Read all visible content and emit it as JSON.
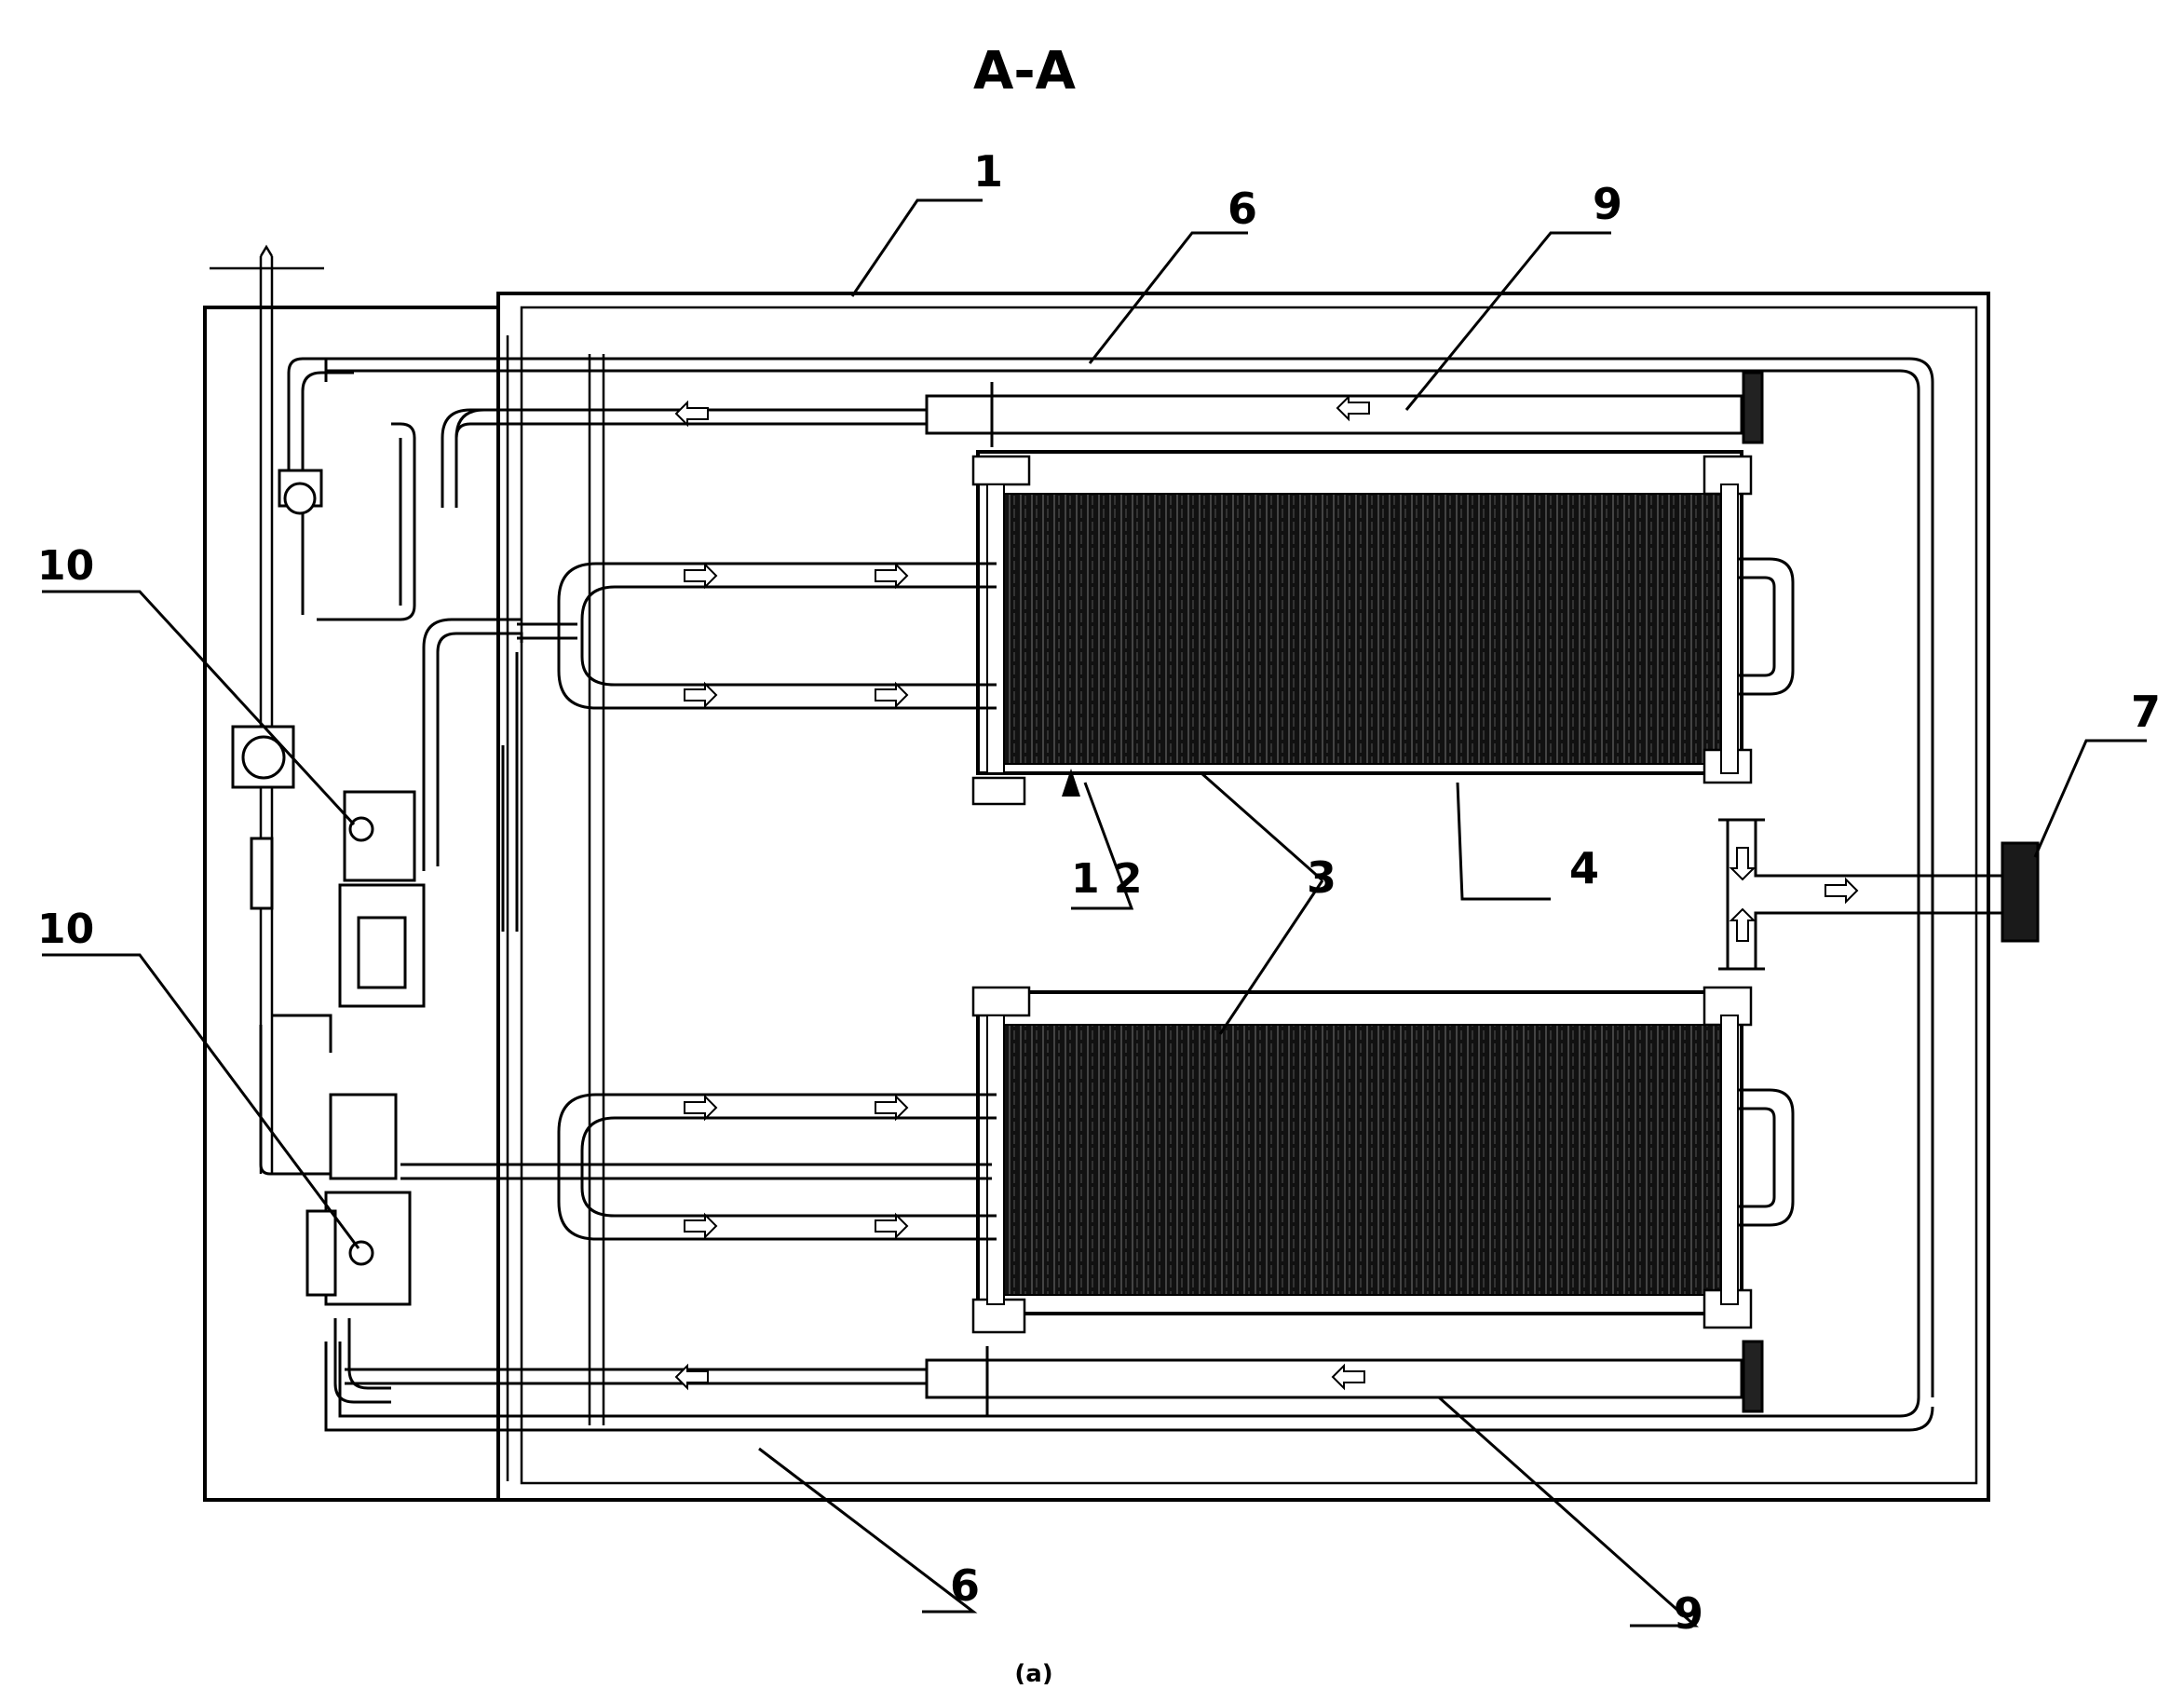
{
  "drawing": {
    "section_title": "A-A",
    "stray_mark": "(a)"
  },
  "callouts": {
    "c1": "1",
    "c6_top": "6",
    "c9_top": "9",
    "c10_upper": "10",
    "c10_lower": "10",
    "c12": "1 2",
    "c3": "3",
    "c4": "4",
    "c7": "7",
    "c6_bottom": "6",
    "c9_bottom": "9"
  }
}
